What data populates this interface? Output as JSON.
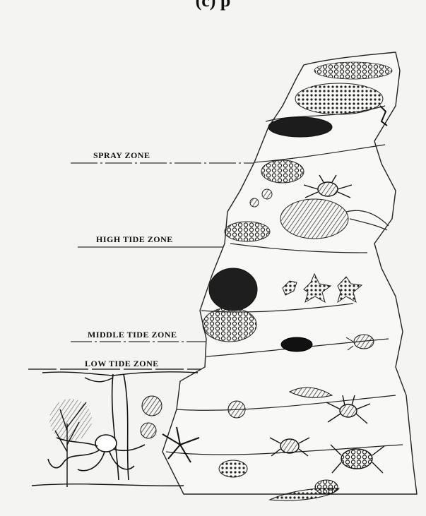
{
  "header": {
    "title": "(c) p"
  },
  "zones": [
    {
      "id": "spray",
      "label": "SPRAY ZONE"
    },
    {
      "id": "high",
      "label": "HIGH TIDE ZONE"
    },
    {
      "id": "middle",
      "label": "MIDDLE TIDE ZONE"
    },
    {
      "id": "low",
      "label": "LOW TIDE ZONE"
    }
  ]
}
